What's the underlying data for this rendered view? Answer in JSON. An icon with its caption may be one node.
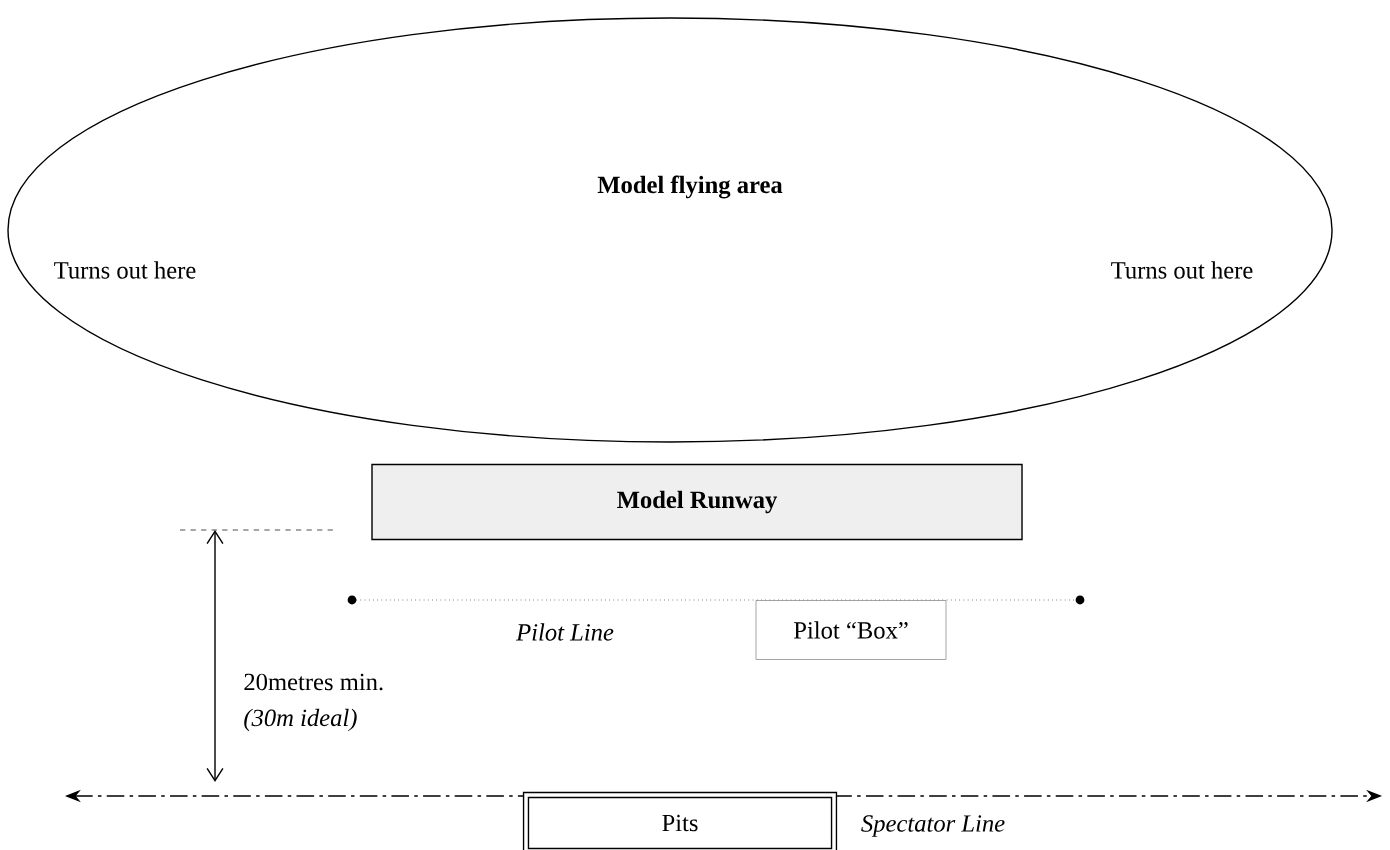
{
  "diagram": {
    "nodes": [
      {
        "text": [
          "Model flying area",
          "Turns out here",
          "Turns out here"
        ]
      },
      {
        "text": [
          "Model Runway"
        ]
      },
      {
        "text": [
          "Pilot “Box”"
        ]
      },
      {
        "text": [
          "Pits"
        ]
      }
    ],
    "labels": [
      "Pilot Line",
      "20metres min.",
      "(30m ideal)",
      "Spectator Line"
    ]
  }
}
